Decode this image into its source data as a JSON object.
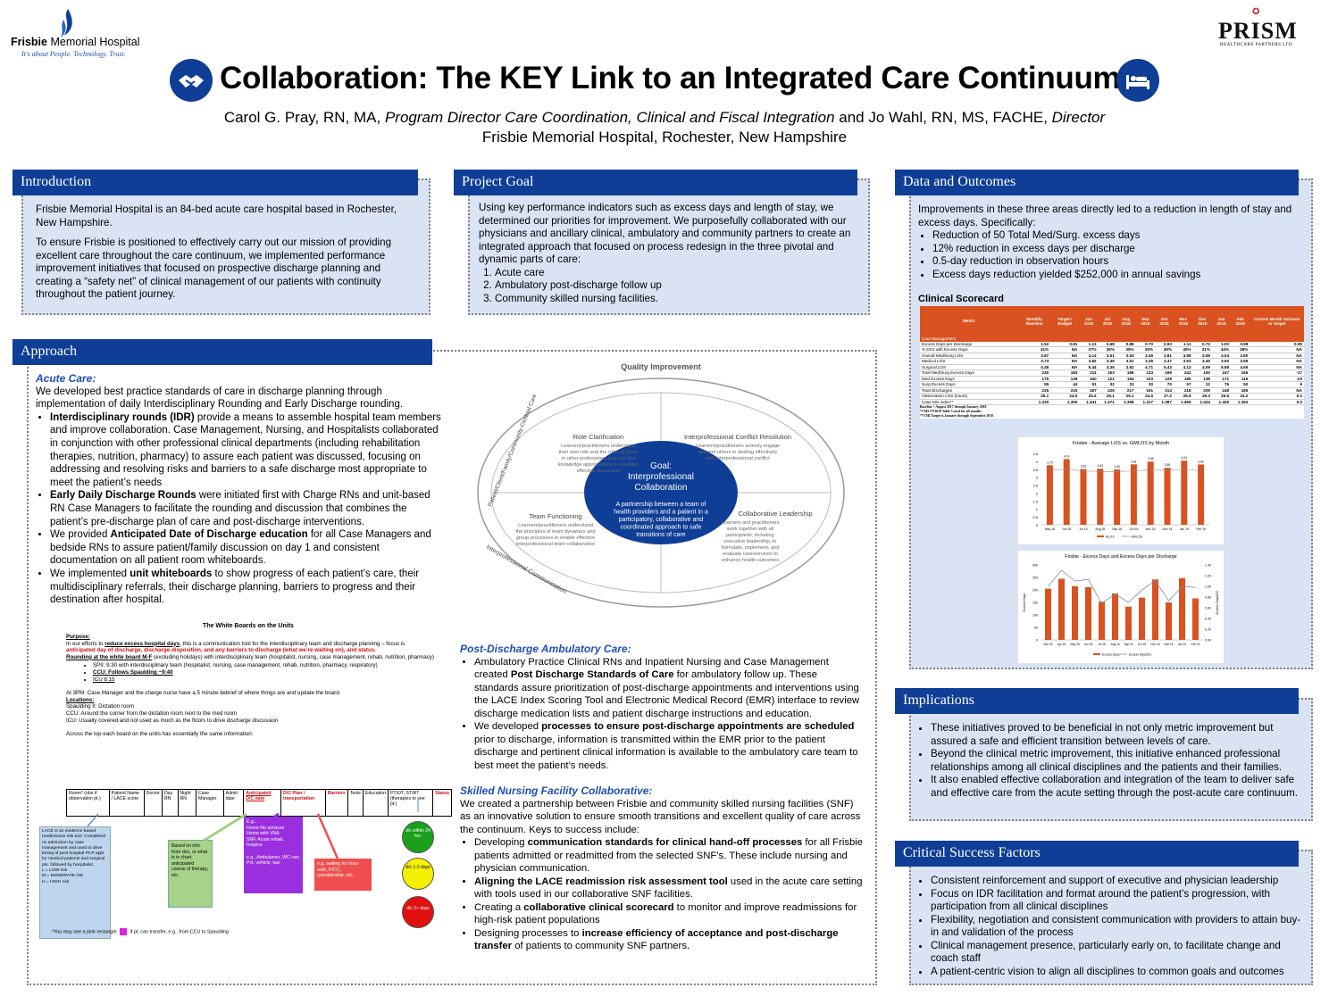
{
  "header": {
    "hospital_name_bold": "Frisbie",
    "hospital_name_rest": " Memorial Hospital",
    "hospital_tagline": "It's about People. Technology. Trust.",
    "title": "Collaboration: The KEY Link to an Integrated Care Continuum",
    "authors_1": "Carol G. Pray, RN, MA, ",
    "authors_1_role": "Program Director Care Coordination, Clinical and Fiscal Integration",
    "authors_2": " and Jo Wahl, RN, MS, FACHE, ",
    "authors_2_role": "Director",
    "affiliation": "Frisbie Memorial Hospital, Rochester, New Hampshire",
    "prism_name": "PRISM",
    "prism_sub": "HEALTHCARE PARTNERS LTD"
  },
  "introduction": {
    "title": "Introduction",
    "p1": "Frisbie Memorial Hospital is an 84-bed acute care hospital based in Rochester, New Hampshire.",
    "p2": "To ensure Frisbie is positioned to effectively carry out our mission of providing excellent care throughout the care continuum, we implemented performance improvement initiatives that focused on prospective discharge planning and creating a “safety net” of clinical management of our patients with continuity throughout the patient journey."
  },
  "project_goal": {
    "title": "Project Goal",
    "p1": "Using key performance indicators such as excess days and length of stay, we determined our priorities for improvement. We purposefully collaborated with our physicians and ancillary clinical, ambulatory and community partners to create an integrated approach that focused on process redesign in the three pivotal and dynamic parts of care:",
    "items": [
      "Acute care",
      "Ambulatory post-discharge follow up",
      "Community skilled nursing facilities."
    ]
  },
  "data_outcomes": {
    "title": "Data and Outcomes",
    "intro": "Improvements in these three areas directly led to a reduction in length of stay and excess days. Specifically:",
    "bullets": [
      "Reduction of 50 Total Med/Surg. excess days",
      "12% reduction in excess days per discharge",
      "0.5-day reduction in observation hours",
      "Excess days reduction yielded $252,000 in annual savings"
    ],
    "scorecard_title": "Clinical Scorecard",
    "scorecard_headers": [
      "Metric",
      "Monthly Baseline",
      "Target / Budget",
      "Jun 2018",
      "Jul 2018",
      "Aug 2018",
      "Sep 2018",
      "Oct 2018",
      "Nov 2018",
      "Dec 2018",
      "Jan 2019",
      "Feb 2019",
      "Current Month Variance to Target"
    ],
    "scorecard_section": "Care Management",
    "scorecard_rows": [
      [
        "Excess Days per Discharge",
        "1.52",
        "0.81",
        "1.13",
        "0.68",
        "0.86",
        "0.70",
        "0.93",
        "1.11",
        "0.73",
        "1.00",
        "0.98",
        "0.08"
      ],
      [
        "% DCs with Excess Days",
        "41%",
        "NA",
        "37%",
        "26%",
        "39%",
        "30%",
        "39%",
        "40%",
        "31%",
        "44%",
        "39%",
        "NA"
      ],
      [
        "Overall Med/Surg LOS",
        "3.87",
        "NA",
        "4.14",
        "3.51",
        "3.53",
        "3.49",
        "3.81",
        "3.98",
        "3.59",
        "4.04",
        "3.80",
        "NA"
      ],
      [
        "Medical LOS",
        "3.73",
        "NA",
        "3.82",
        "3.36",
        "3.51",
        "3.35",
        "3.47",
        "3.63",
        "3.46",
        "3.60",
        "3.59",
        "NA"
      ],
      [
        "Surgical LOS",
        "4.45",
        "NA",
        "5.44",
        "3.35",
        "3.62",
        "4.71",
        "5.43",
        "4.13",
        "4.09",
        "5.68",
        "4.69",
        "NA"
      ],
      [
        "Total Med/Surg Excess Days",
        "230",
        "183",
        "211",
        "153",
        "186",
        "133",
        "169",
        "242",
        "150",
        "247",
        "166",
        "-17"
      ],
      [
        "Med Excess Days",
        "175",
        "139",
        "160",
        "121",
        "154",
        "103",
        "129",
        "185",
        "138",
        "171",
        "116",
        "-23"
      ],
      [
        "Surg Excess Days",
        "55",
        "44",
        "51",
        "32",
        "33",
        "30",
        "70",
        "57",
        "12",
        "76",
        "50",
        "6"
      ],
      [
        "Total Discharges",
        "225",
        "225",
        "187",
        "226",
        "217",
        "191",
        "214",
        "218",
        "205",
        "248",
        "185",
        "NA"
      ],
      [
        "Observation LOS (hours)",
        "25.1",
        "24.0",
        "25.4",
        "25.1",
        "25.1",
        "24.5",
        "27.2",
        "25.8",
        "26.3",
        "25.6",
        "24.2",
        "0.2"
      ],
      [
        "Case Mix Index**",
        "1.320",
        "1.390",
        "1.441",
        "1.471",
        "1.398",
        "1.317",
        "1.387",
        "1.465",
        "1.424",
        "1.429",
        "1.392",
        "0.0"
      ]
    ],
    "scorecard_notes": [
      "Baseline = August 2017 through January 2018",
      "*CMS FY2018 Table 5 used for all months",
      "**CMI Target is January through September 2018"
    ]
  },
  "chart_data": [
    {
      "type": "bar",
      "title": "Frisbie - Average LOS vs. GMLOS by Month",
      "categories": [
        "May 18",
        "Jun 18",
        "Jul 18",
        "Aug 18",
        "Sep 18",
        "Oct 18",
        "Nov 18",
        "Dec 18",
        "Jan 19",
        "Feb 19"
      ],
      "ylim": [
        0,
        4.5
      ],
      "yticks": [
        "0",
        "0.5",
        "1",
        "1.5",
        "2",
        "2.5",
        "3",
        "3.5",
        "4",
        "4.5"
      ],
      "series": [
        {
          "name": "ALOS",
          "values": [
            3.75,
            4.14,
            3.51,
            3.53,
            3.49,
            3.81,
            3.98,
            3.59,
            4.04,
            3.8
          ]
        },
        {
          "name": "GMLOS",
          "values": [
            3.45,
            3.5,
            3.4,
            3.35,
            3.35,
            3.4,
            3.45,
            3.45,
            3.5,
            3.4
          ]
        }
      ],
      "color": "#d9521f",
      "line_color": "#7a8fa8"
    },
    {
      "type": "bar",
      "title": "Frisbie - Excess Days and Excess Days per Discharge",
      "categories": [
        "Mar 18",
        "Apr 18",
        "May 18",
        "Jun 18",
        "Jul 18",
        "Aug 18",
        "Sep 18",
        "Oct 18",
        "Nov 18",
        "Dec 18",
        "Jan 19",
        "Feb 19"
      ],
      "ylim": [
        0,
        300
      ],
      "yticks": [
        "0",
        "50",
        "100",
        "150",
        "200",
        "250",
        "300"
      ],
      "y2ticks": [
        "0.00",
        "0.20",
        "0.40",
        "0.60",
        "0.80",
        "1.00",
        "1.20",
        "1.40"
      ],
      "y2lim": [
        0,
        1.4
      ],
      "ylabel": "Excess Days",
      "y2label": "Excess Days/DC",
      "series": [
        {
          "name": "Excess Days",
          "values": [
            205,
            245,
            215,
            211,
            153,
            186,
            133,
            169,
            242,
            150,
            247,
            166
          ]
        },
        {
          "name": "Excess Days/DC",
          "values": [
            1.0,
            1.3,
            1.1,
            1.13,
            0.68,
            0.86,
            0.7,
            0.93,
            1.11,
            0.73,
            1.0,
            0.98
          ]
        }
      ],
      "color": "#d9521f",
      "line_color": "#7a8fa8"
    }
  ],
  "approach": {
    "title": "Approach",
    "acute_heading": "Acute Care:",
    "acute_p": "We developed best practice standards of care in discharge planning through implementation of daily Interdisciplinary Rounding and Early Discharge rounding.",
    "b1_bold": "Interdisciplinary rounds (IDR)",
    "b1_rest": " provide a means to assemble hospital team members and improve collaboration. Case Management, Nursing, and Hospitalists collaborated in conjunction with other professional clinical departments (including rehabilitation therapies, nutrition, pharmacy) to assure each patient was discussed, focusing on addressing and resolving risks and barriers to a safe discharge most appropriate to meet the patient’s needs",
    "b2_bold": "Early Daily Discharge Rounds",
    "b2_rest": " were initiated first with Charge RNs and unit-based RN Case Managers to facilitate the rounding and discussion that combines the patient’s pre-discharge plan of care and post-discharge interventions.",
    "b3_pre": "We provided ",
    "b3_bold": "Anticipated Date of Discharge education",
    "b3_rest": " for all Case Managers and bedside RNs to assure patient/family discussion on day 1 and consistent documentation on all patient room whiteboards.",
    "b4_pre": "We implemented ",
    "b4_bold": "unit whiteboards",
    "b4_rest": " to show progress of each patient’s care, their multidisciplinary referrals, their discharge planning, barriers to progress and their destination after hospital.",
    "post_heading": "Post-Discharge Ambulatory Care:",
    "post_b1_pre": "Ambulatory Practice Clinical RNs and Inpatient Nursing and Case Management created ",
    "post_b1_bold": "Post Discharge Standards of Care",
    "post_b1_rest": " for ambulatory follow up. These standards assure prioritization of post-discharge appointments and interventions using the LACE Index Scoring Tool and Electronic Medical Record (EMR) interface to review discharge medication lists and patient discharge instructions and education.",
    "post_b2_pre": "We developed ",
    "post_b2_bold": "processes to ensure post-discharge appointments are scheduled",
    "post_b2_rest": " prior to discharge, information is transmitted within the EMR prior to the patient discharge and pertinent clinical information is available to the ambulatory care team to best meet the patient’s needs.",
    "snf_heading": "Skilled Nursing Facility Collaborative:",
    "snf_p": "We created a partnership between Frisbie and community skilled nursing facilities (SNF) as an innovative solution to ensure smooth transitions and excellent quality of care across the continuum. Keys to success include:",
    "snf_b1_pre": "Developing ",
    "snf_b1_bold": "communication standards for clinical hand-off processes",
    "snf_b1_rest": " for all Frisbie patients admitted or readmitted from the selected SNF’s. These include nursing and physician communication.",
    "snf_b2_bold": "Aligning the LACE readmission risk assessment tool",
    "snf_b2_rest": " used in the acute care setting with tools used in our collaborative SNF facilities.",
    "snf_b3_pre": "Creating a ",
    "snf_b3_bold": "collaborative clinical scorecard",
    "snf_b3_rest": " to monitor and improve readmissions for high-risk patient populations",
    "snf_b4_pre": "Designing processes to ",
    "snf_b4_bold": "increase efficiency of acceptance and post-discharge transfer",
    "snf_b4_rest": " of patients to community SNF partners."
  },
  "diagram": {
    "title": "Quality Improvement",
    "goal_title": "Goal:\nInterprofessional\nCollaboration",
    "goal_text": "A partnership between a team of health providers and a patient in a participatory, collaborative and coordinated approach to safe transitions of care",
    "q1_title": "Role Clarification",
    "q1_text": "Learners/practitioners understand their own role and the roles of those in other professions, and use this knowledge appropriately to establish effective discussion",
    "q2_title": "Interprofessional Conflict Resolution",
    "q2_text": "Learners/practitioners actively engage self and others in dealing effectively with interprofessional conflict",
    "q3_title": "Team Functioning",
    "q3_text": "Learners/practitioners understand the principles of team dynamics and group processes to enable effective interprofessional team collaboration",
    "q4_title": "Collaborative Leadership",
    "q4_text": "Learners and practitioners work together with all participants, including executive leadership, to formulate, implement, and evaluate care/services to enhance health outcomes",
    "ring_left": "Patient/Client/Family/Community-Centred Care",
    "ring_bottom": "Interprofessional Communication"
  },
  "whiteboard": {
    "title": "The White Boards on the Units",
    "purpose_label": "Purpose:",
    "purpose_1a": "In our efforts to ",
    "purpose_1b": "reduce excess hospital days",
    "purpose_1c": ", this is a communication tool for the interdisciplinary team and discharge planning – focus is",
    "purpose_red": "anticipated day of discharge, discharge disposition, and any barriers to discharge (what we’re waiting on), and status.",
    "rounding_label": "Rounding at the white board M-F",
    "rounding_text": " (excluding holidays) with interdisciplinary team (hospitalist, nursing, case management, rehab, nutrition, pharmacy)",
    "sp_items": [
      "SPII:  9:30 with interdisciplinary team (hospitalist, nursing, case management, rehab, nutrition, pharmacy, respiratory)",
      "CCU: Follows Spaulding ~9:40",
      "ICU 8:15"
    ],
    "at3pm": "At 3PM: Case Manager and the charge nurse have a 5 minute debrief of where things are and update the board.",
    "locations_label": "Locations:",
    "loc1": "Spaulding II:  Dictation room",
    "loc2": "CCU:  Around the corner from the dictation room next to the med room",
    "loc3": "ICU:  Usually covered and not used as much as the floors to drive discharge discussion",
    "across": "Across the top each board on the units has essentially the same information:",
    "cols": [
      "Room* (obs if observation pt.)",
      "Patient Name / LACE score",
      "Doctor",
      "Day RN",
      "Night RN",
      "Case Manager",
      "Admit date",
      "Anticipated D/C date",
      "D/C Plan / transportation",
      "Barriers",
      "Tests",
      "Education",
      "PT/OT, ST/RT (therapies to see pt.)",
      "Status"
    ],
    "lace_note": "LACE is an evidence based readmission risk tool. Completed on admission by case management and used to drive timing of post hospital PCP appt for medical patients and surgical pts. followed by hospitalist.\nL = LOW risk\nM = MODERATE risk\nH = HIGH risk",
    "green_note": "Based on info from doc, or what is in chart, anticipated course of therapy, etc.",
    "purple_note": "E.g.,\nHome No services\nHome with VNA\nSNF, Acute rehab, hospice\n\ne.g., Ambulance, WC van, Pvt. vehicle, taxi",
    "red_note": "e.g. waiting for insur auth, PICC, guardianship, etc.",
    "c1": "d/c within 24 hrs.",
    "c2": "d/c 1-2 days",
    "c3": "d/c 2+ days",
    "footnote": "*You may see a pink rectangle",
    "footnote2": "if pt. can transfer, e.g., from CCU to Spaulding"
  },
  "implications": {
    "title": "Implications",
    "bullets": [
      "These initiatives proved to be beneficial in not only metric improvement but assured a safe and efficient transition between levels of care.",
      "Beyond the clinical metric improvement, this initiative enhanced professional relationships among all clinical disciplines and the patients and their families.",
      "It also enabled effective collaboration and integration of the team to deliver safe and effective care from the acute setting through the post-acute care continuum."
    ]
  },
  "critical": {
    "title": "Critical Success Factors",
    "bullets": [
      "Consistent reinforcement and support of executive and physician leadership",
      "Focus on IDR facilitation and format around the patient’s progression, with participation from all clinical disciplines",
      "Flexibility, negotiation and consistent communication with providers to attain buy-in and validation of the process",
      "Clinical management presence, particularly early on, to facilitate change and coach staff",
      "A patient-centric vision to align all disciplines to common goals and outcomes"
    ]
  },
  "icons": {
    "left": "handshake-icon",
    "right": "hospital-bed-icon"
  },
  "colors": {
    "header_blue": "#0f3e96",
    "box_fill": "#d9e3f3",
    "chart_orange": "#d9521f",
    "scorecard_orange": "#d9521f"
  }
}
